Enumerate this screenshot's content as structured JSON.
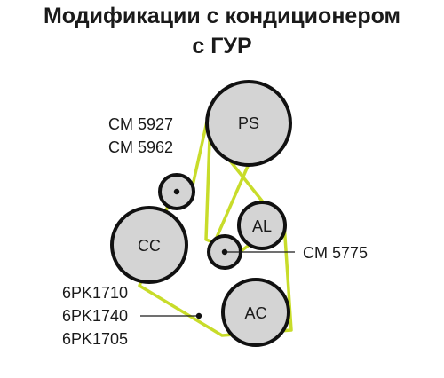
{
  "title": {
    "line1": "Модификации с кондиционером",
    "line2": "с ГУР"
  },
  "pulleys": {
    "ps": "PS",
    "cc": "CC",
    "al": "AL",
    "ac": "AC"
  },
  "labels": {
    "idler_upper": [
      "CM 5927",
      "CM 5962"
    ],
    "idler_lower": "CM 5775",
    "belt": [
      "6PK1710",
      "6PK1740",
      "6PK1705"
    ]
  },
  "colors": {
    "belt": "#c8dc2a",
    "pulley_fill": "#d4d4d4",
    "pulley_stroke": "#111111"
  }
}
